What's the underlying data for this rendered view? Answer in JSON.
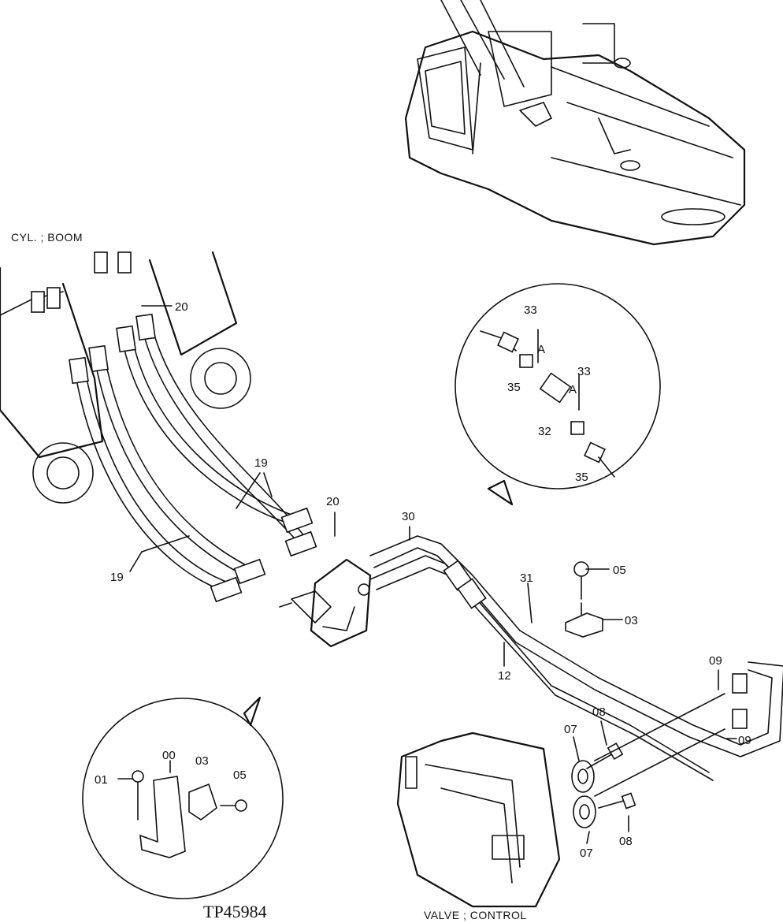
{
  "captions": {
    "cylinder": "CYL. ; BOOM",
    "valve": "VALVE ; CONTROL",
    "figure_id": "TP45984"
  },
  "callouts": {
    "c20_top": "20",
    "c19_upper": "19",
    "c19_lower": "19",
    "c20_mid": "20",
    "c30": "30",
    "c31": "31",
    "c12": "12",
    "c05_right": "05",
    "c03_right": "03",
    "c09_top": "09",
    "c09_right": "09",
    "c07_top": "07",
    "c08_top": "08",
    "c07_bottom": "07",
    "c08_bottom": "08",
    "c33_top": "33",
    "cA_top": "A",
    "c35_top": "35",
    "c32": "32",
    "c33_mid": "33",
    "cA_mid": "A",
    "c35_bottom": "35",
    "c00": "00",
    "c01": "01",
    "c03_detail": "03",
    "c05_detail": "05"
  }
}
